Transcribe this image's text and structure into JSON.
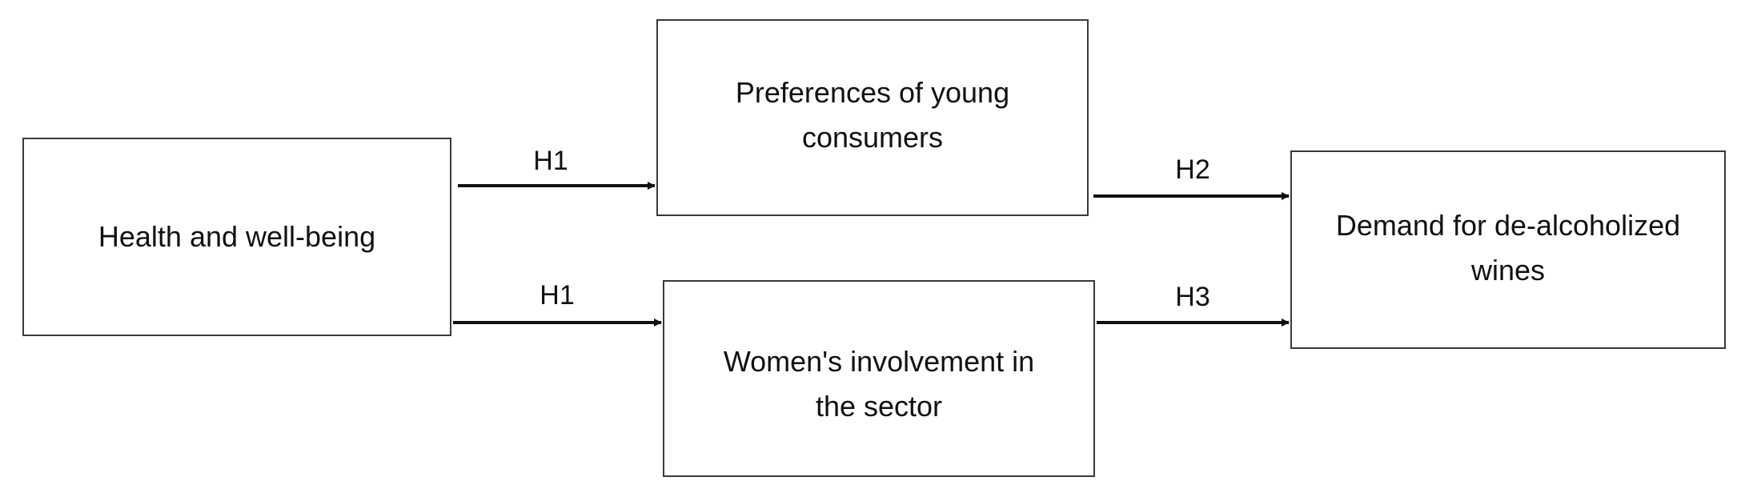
{
  "nodes": {
    "health": "Health and well-being",
    "young": "Preferences of young\nconsumers",
    "women": "Women's involvement in\nthe sector",
    "demand": "Demand for de-alcoholized\nwines"
  },
  "edges": [
    {
      "from": "health",
      "to": "young",
      "label": "H1"
    },
    {
      "from": "health",
      "to": "women",
      "label": "H1"
    },
    {
      "from": "young",
      "to": "demand",
      "label": "H2"
    },
    {
      "from": "women",
      "to": "demand",
      "label": "H3"
    }
  ]
}
